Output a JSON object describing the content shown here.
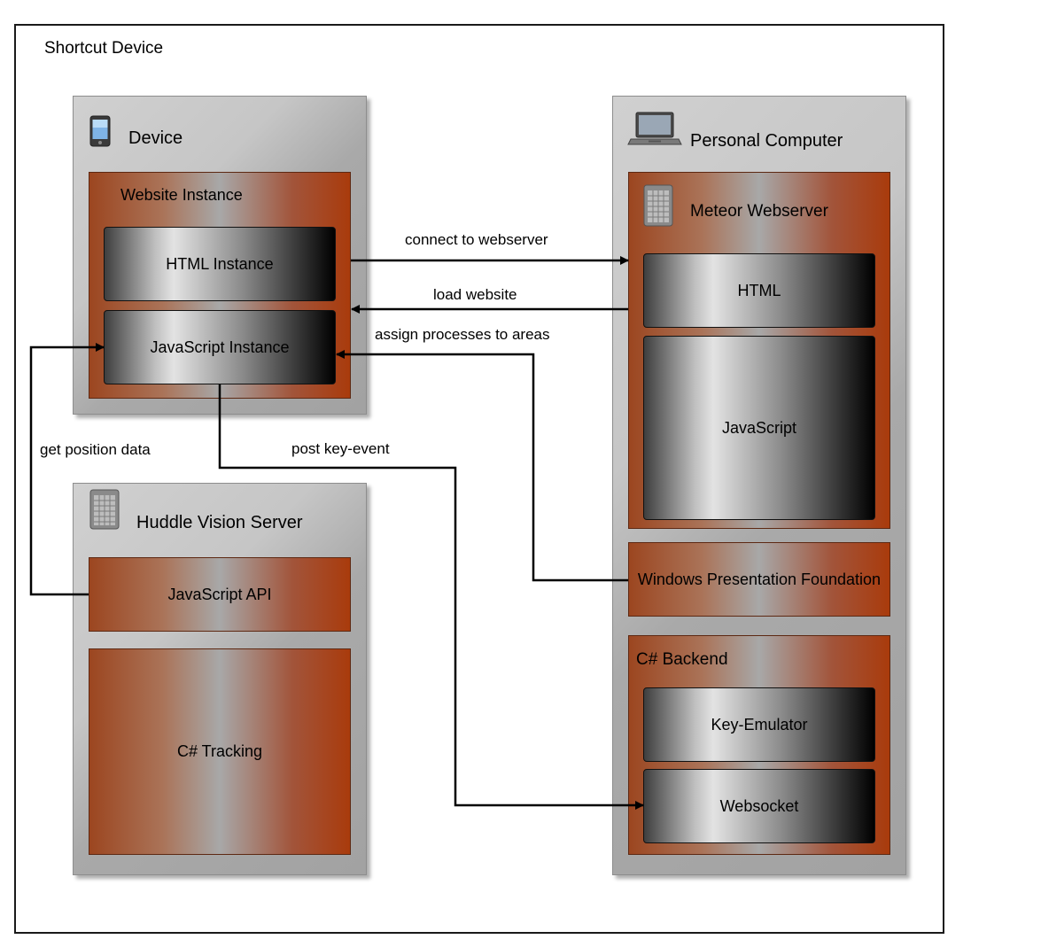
{
  "frame": {
    "title": "Shortcut Device"
  },
  "device": {
    "title": "Device",
    "icon": "smartphone-icon",
    "website_instance": {
      "title": "Website Instance",
      "html_instance": "HTML Instance",
      "javascript_instance": "JavaScript Instance"
    }
  },
  "personal_computer": {
    "title": "Personal Computer",
    "icon": "laptop-icon",
    "meteor": {
      "title": "Meteor Webserver",
      "icon": "server-icon",
      "html": "HTML",
      "javascript": "JavaScript"
    },
    "wpf": "Windows Presentation Foundation",
    "csharp_backend": {
      "title": "C# Backend",
      "key_emulator": "Key-Emulator",
      "websocket": "Websocket"
    }
  },
  "huddle": {
    "title": "Huddle Vision Server",
    "icon": "server-icon",
    "javascript_api": "JavaScript API",
    "csharp_tracking": "C# Tracking"
  },
  "connections": {
    "connect": "connect to webserver",
    "load": "load website",
    "assign": "assign processes to areas",
    "position": "get position data",
    "post": "post key-event"
  }
}
